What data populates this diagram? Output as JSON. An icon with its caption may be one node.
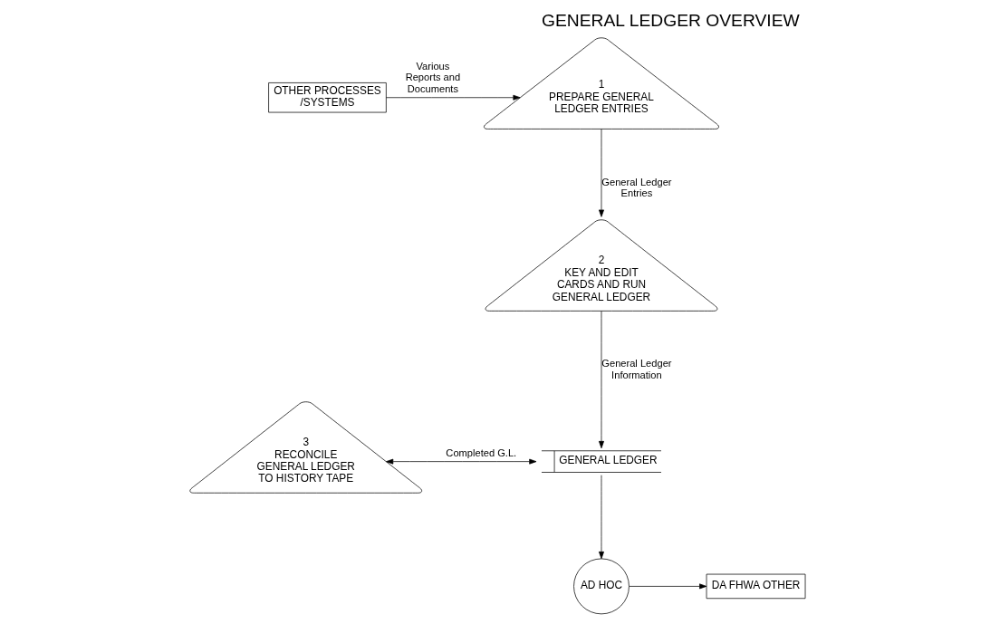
{
  "diagram": {
    "title": "GENERAL LEDGER OVERVIEW",
    "nodes": [
      {
        "text": [
          "OTHER PROCESSES /SYSTEMS"
        ]
      },
      {
        "text": [
          "1",
          "PREPARE GENERAL LEDGER ENTRIES"
        ]
      },
      {
        "text": [
          "2",
          "KEY AND EDIT CARDS AND RUN GENERAL LEDGER"
        ]
      },
      {
        "text": [
          "3",
          "RECONCILE GENERAL LEDGER TO HISTORY TAPE"
        ]
      },
      {
        "text": [
          "GENERAL LEDGER"
        ]
      },
      {
        "text": [
          "AD HOC"
        ]
      },
      {
        "text": [
          "DA FHWA OTHER"
        ]
      }
    ],
    "edges": [
      {
        "from": 0,
        "to": 1,
        "arrow": "to",
        "label": "Various Reports and Documents"
      },
      {
        "from": 1,
        "to": 2,
        "arrow": "to",
        "label": "General Ledger Entries"
      },
      {
        "from": 2,
        "to": 4,
        "arrow": "to",
        "label": "General Ledger Information"
      },
      {
        "from": 3,
        "to": 4,
        "arrow": "both",
        "label": "Completed G.L."
      },
      {
        "from": 4,
        "to": 5,
        "arrow": "to"
      },
      {
        "from": 5,
        "to": 6,
        "arrow": "to"
      }
    ]
  }
}
